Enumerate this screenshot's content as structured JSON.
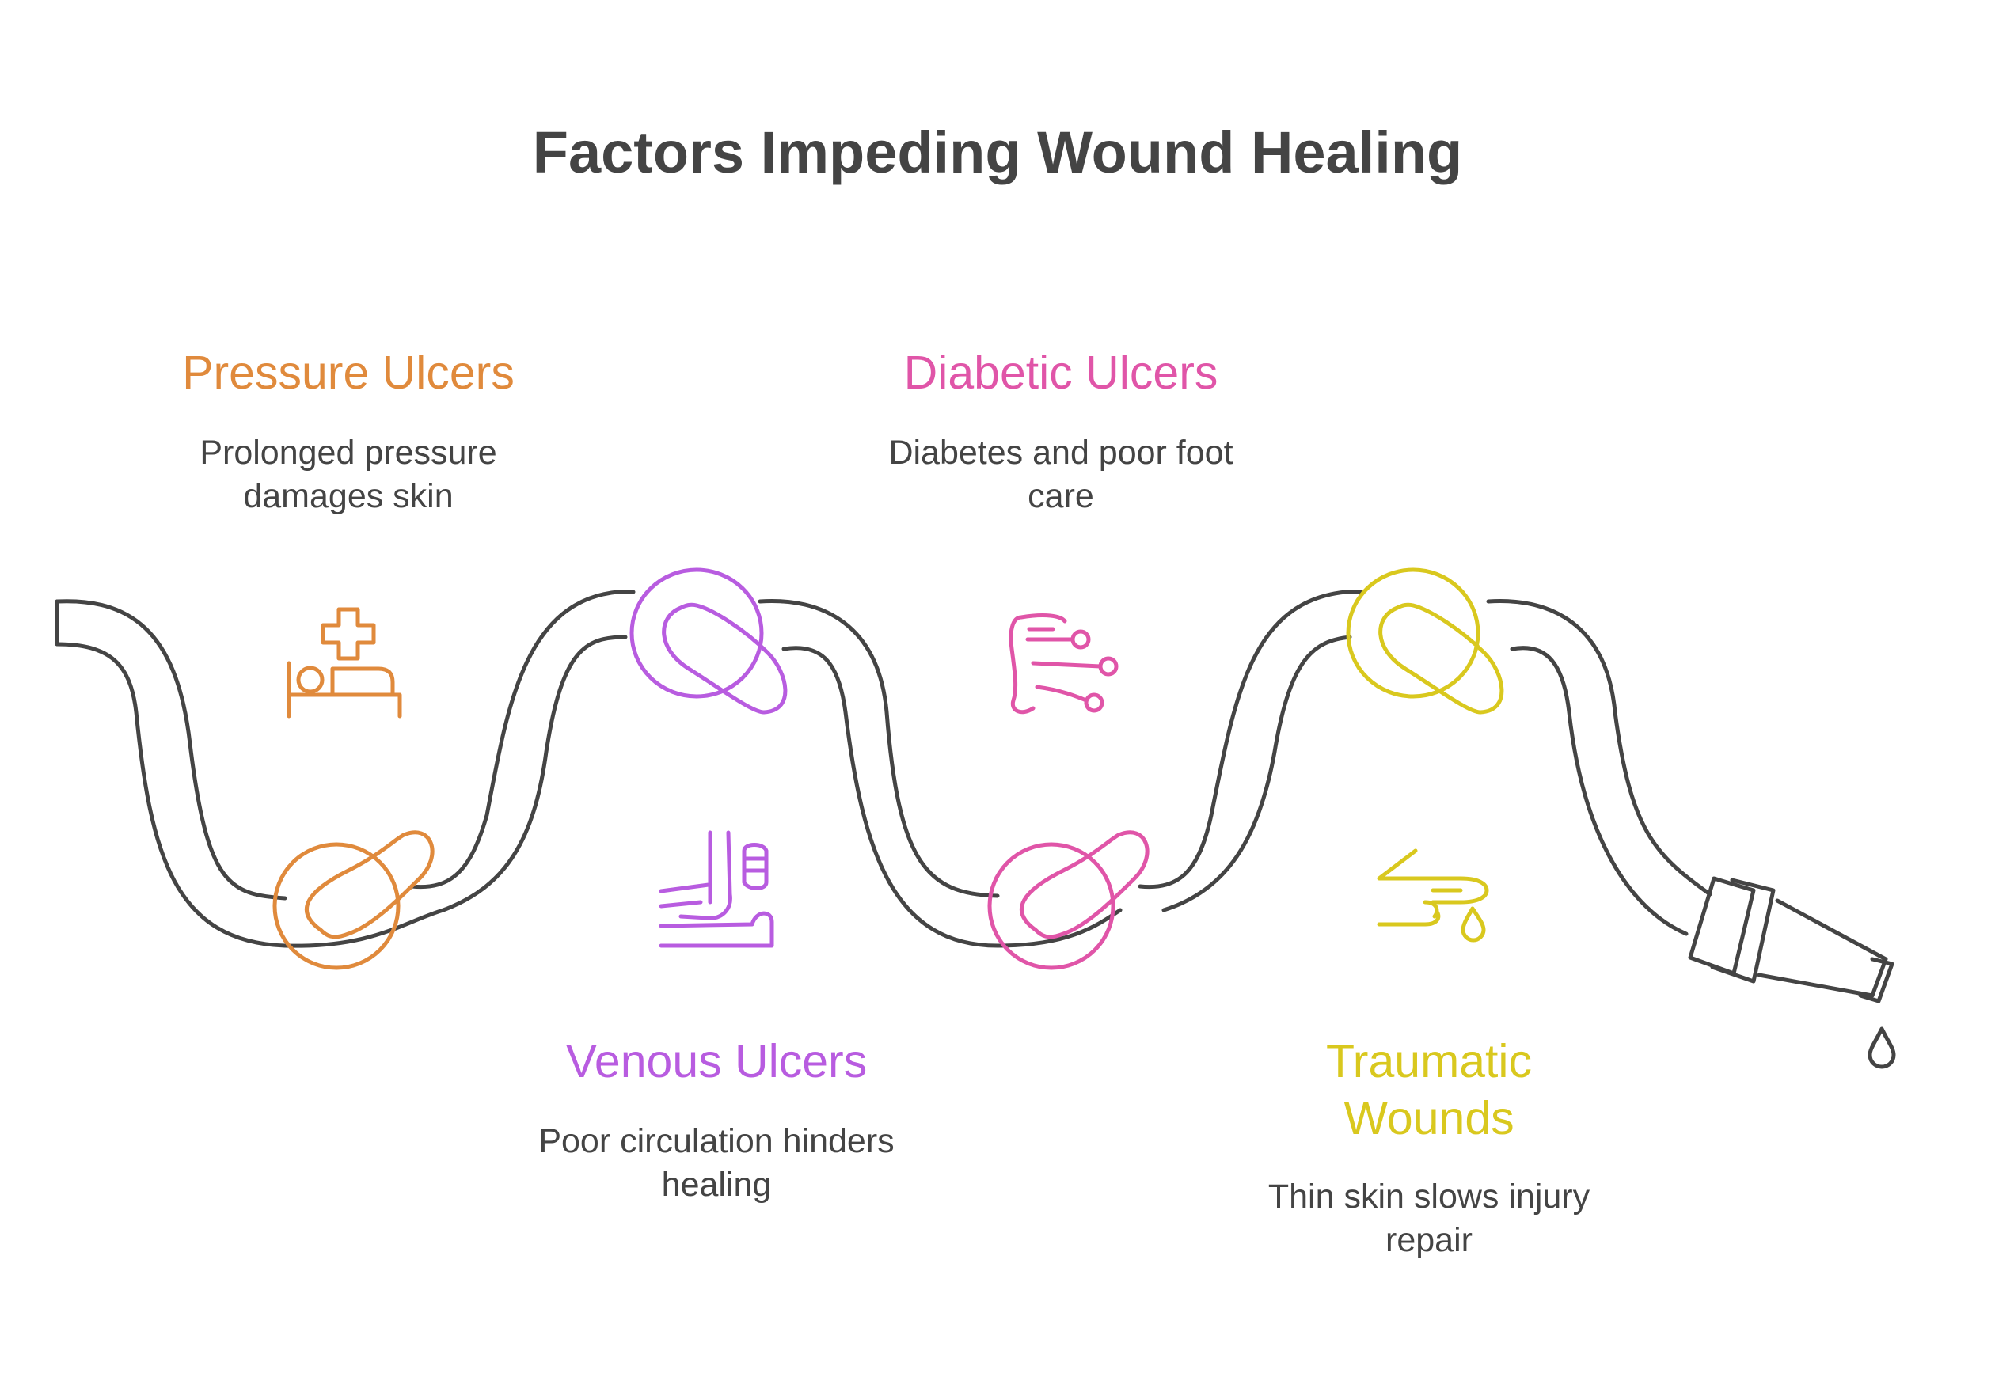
{
  "title": "Factors Impeding Wound Healing",
  "factors": [
    {
      "name": "Pressure Ulcers",
      "description": "Prolonged pressure damages skin",
      "color": "#E08A3C",
      "icon": "bed-with-medical-cross-icon"
    },
    {
      "name": "Venous Ulcers",
      "description": "Poor circulation hinders healing",
      "color": "#B85CE0",
      "icon": "leg-with-bandage-icon"
    },
    {
      "name": "Diabetic Ulcers",
      "description": "Diabetes and poor foot care",
      "color": "#E055A8",
      "icon": "foot-with-nerves-icon"
    },
    {
      "name": "Traumatic Wounds",
      "description": "Thin skin slows injury repair",
      "color": "#D9C81E",
      "icon": "bleeding-finger-icon"
    }
  ],
  "colors": {
    "pipe": "#444444",
    "text": "#444444"
  }
}
